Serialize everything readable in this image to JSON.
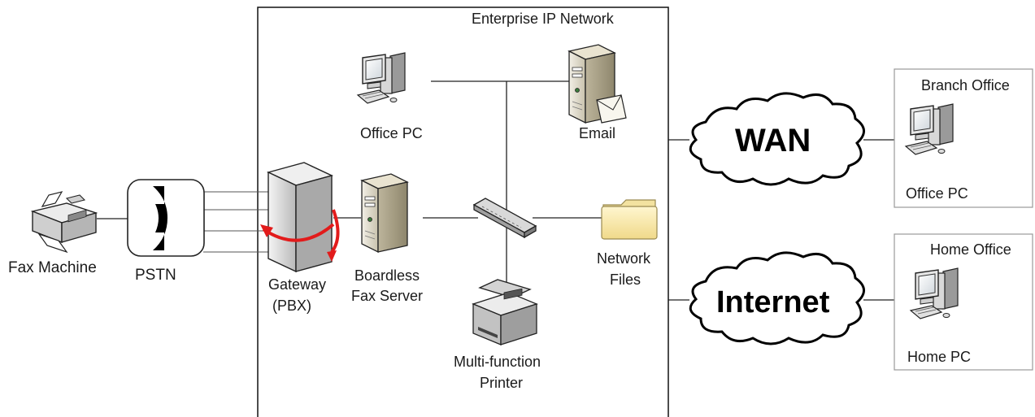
{
  "diagram": {
    "enterprise_network_label": "Enterprise IP Network",
    "nodes": {
      "fax_machine": "Fax Machine",
      "pstn": "PSTN",
      "gateway_line1": "Gateway",
      "gateway_line2": "(PBX)",
      "fax_server_line1": "Boardless",
      "fax_server_line2": "Fax Server",
      "office_pc": "Office PC",
      "email": "Email",
      "network_files_line1": "Network",
      "network_files_line2": "Files",
      "printer_line1": "Multi-function",
      "printer_line2": "Printer",
      "wan": "WAN",
      "internet": "Internet",
      "branch_office": "Branch Office",
      "branch_office_pc": "Office PC",
      "home_office": "Home Office",
      "home_pc": "Home PC"
    }
  }
}
